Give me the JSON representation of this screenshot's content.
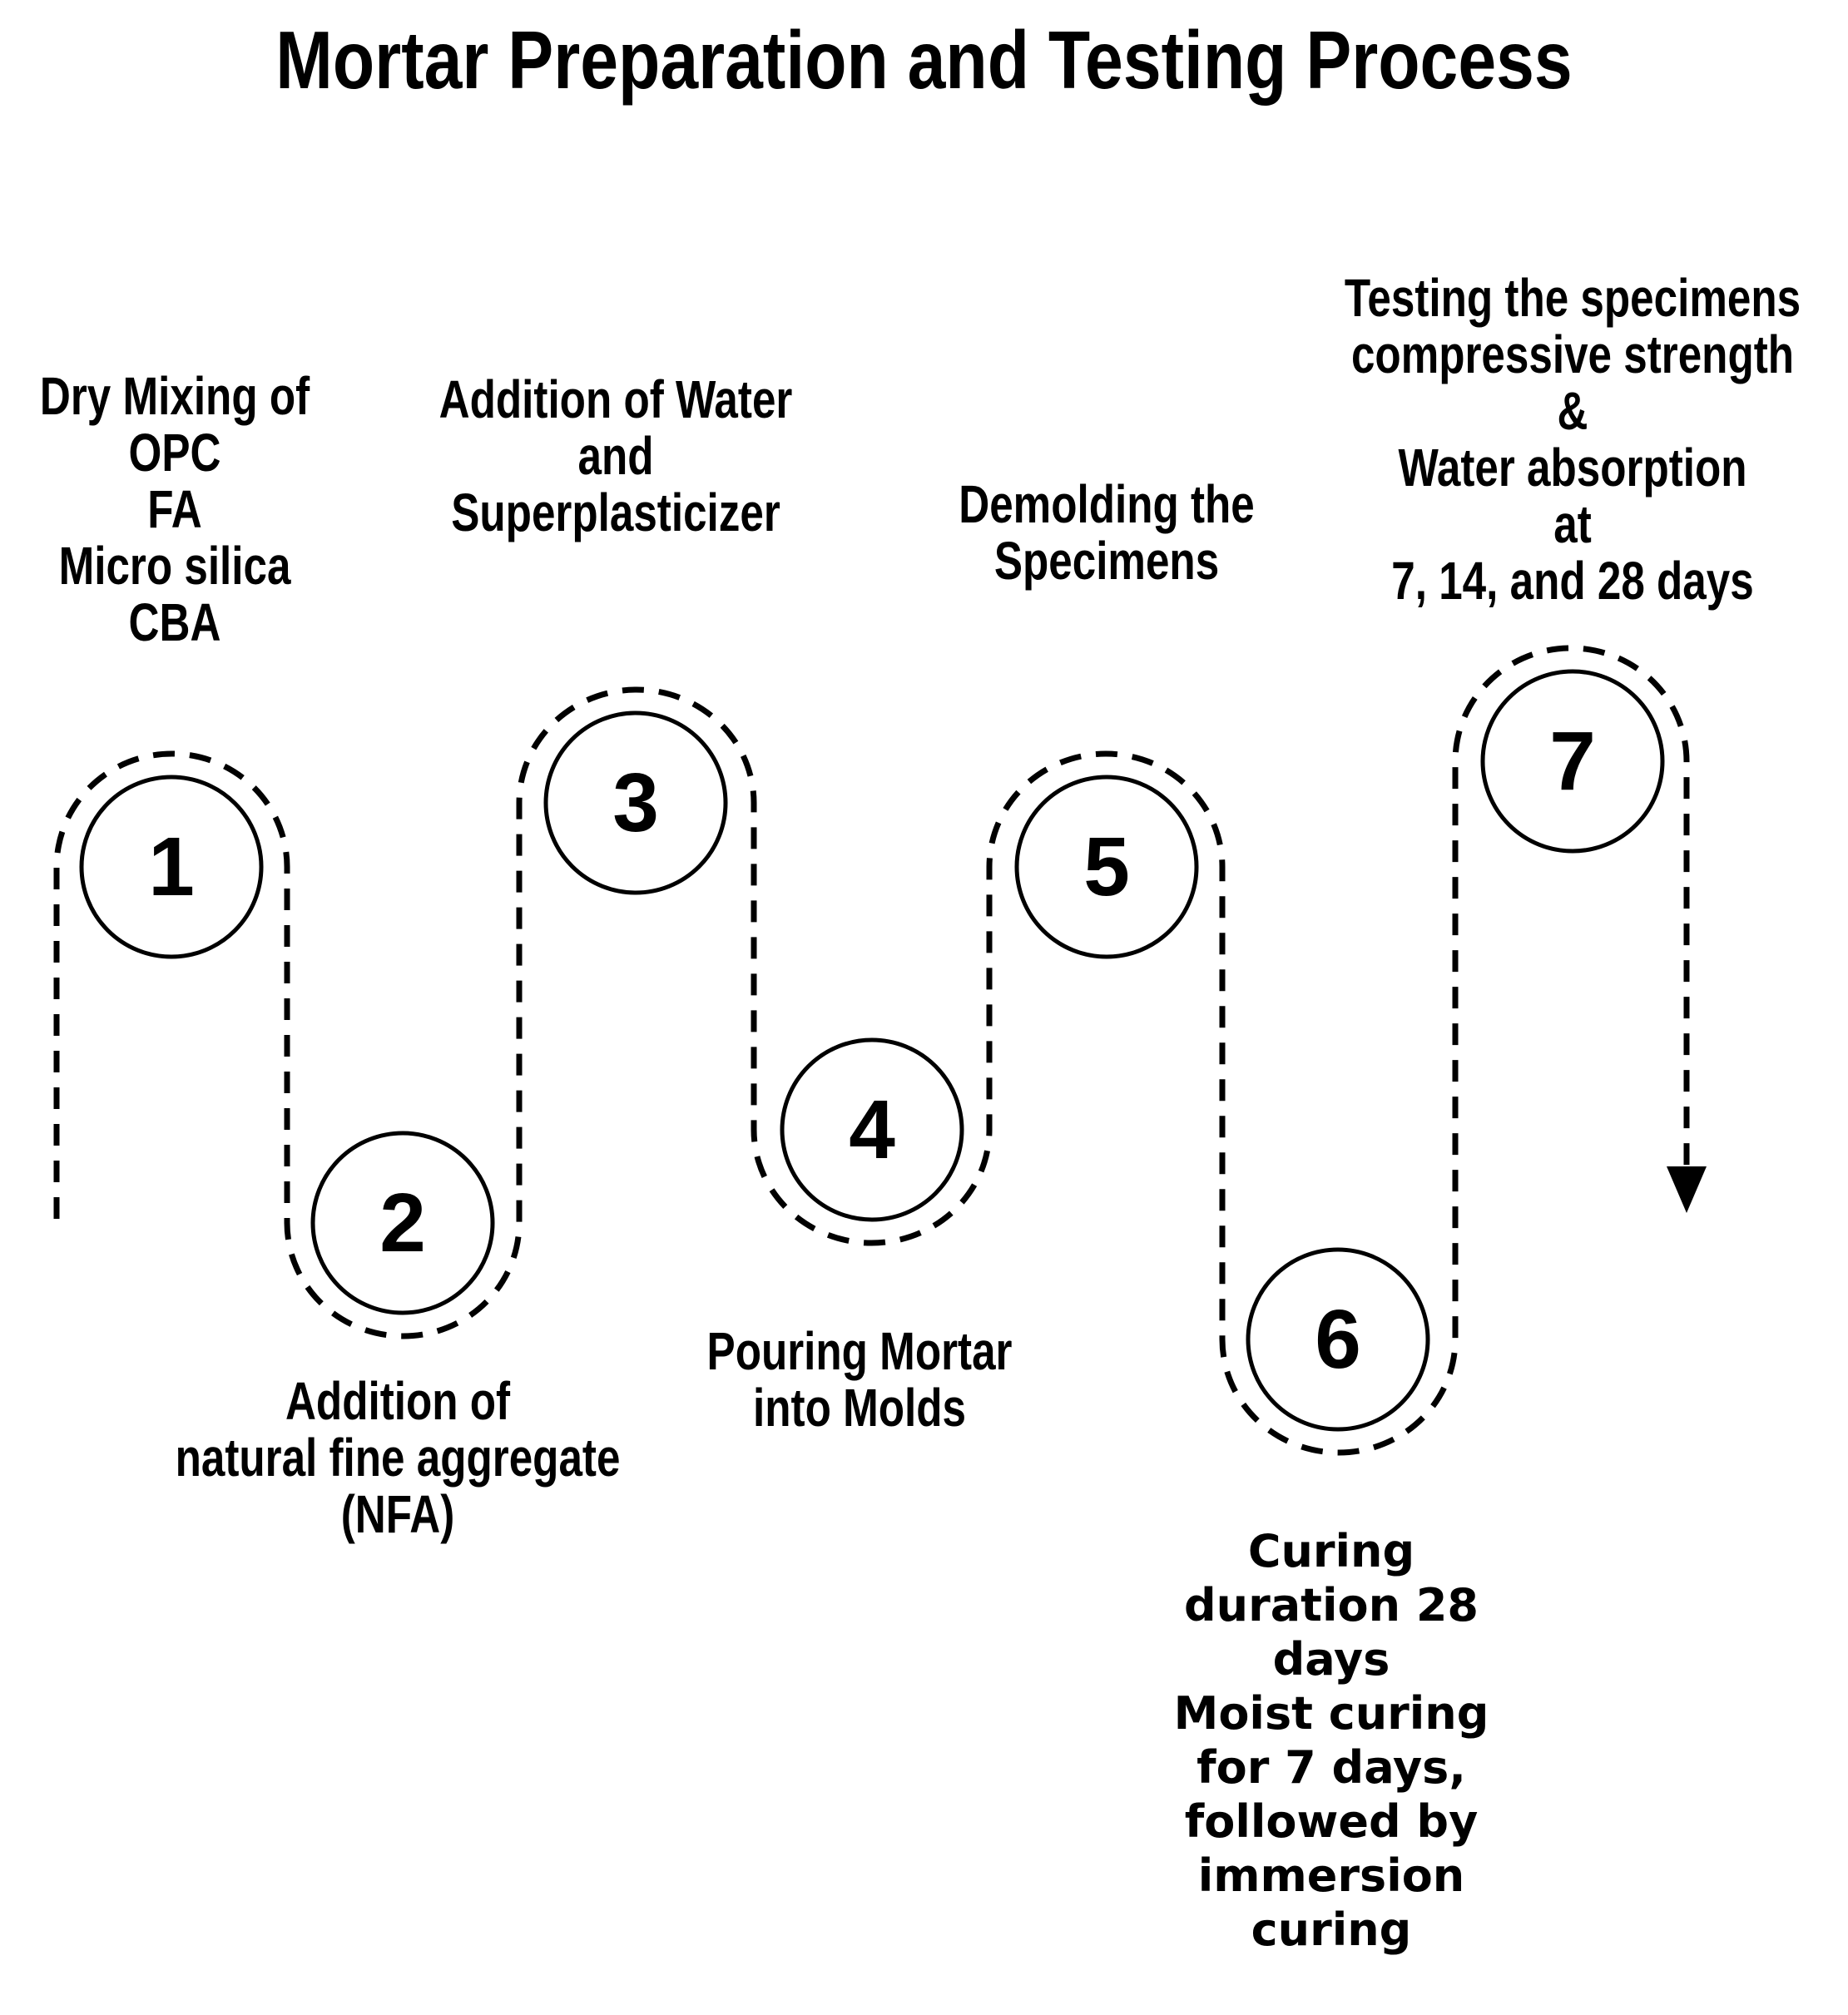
{
  "title": "Mortar Preparation and Testing Process",
  "steps": [
    {
      "number": "1",
      "label": "Dry Mixing of\nOPC\nFA\nMicro silica\nCBA"
    },
    {
      "number": "2",
      "label": "Addition of\nnatural fine aggregate\n(NFA)"
    },
    {
      "number": "3",
      "label": "Addition of Water\nand\nSuperplasticizer"
    },
    {
      "number": "4",
      "label": "Pouring Mortar\ninto Molds"
    },
    {
      "number": "5",
      "label": "Demolding the\nSpecimens"
    },
    {
      "number": "6",
      "label": "Curing\nduration 28\ndays\nMoist curing\nfor 7 days,\nfollowed by\nimmersion\ncuring"
    },
    {
      "number": "7",
      "label": "Testing the specimens\ncompressive strength\n&\nWater absorption\nat\n7, 14, and 28 days"
    }
  ],
  "colors": {
    "ink": "#000000",
    "background": "#ffffff"
  }
}
